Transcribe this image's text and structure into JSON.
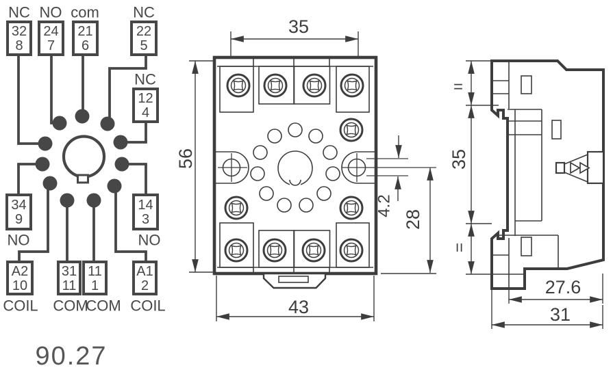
{
  "model_number": "90.27",
  "pin_diagram": {
    "terminals": [
      {
        "function": "NC",
        "code": "32",
        "pin": "8"
      },
      {
        "function": "NO",
        "code": "24",
        "pin": "7"
      },
      {
        "function": "com",
        "code": "21",
        "pin": "6"
      },
      {
        "function": "NC",
        "code": "22",
        "pin": "5"
      },
      {
        "function": "NC",
        "code": "12",
        "pin": "4"
      },
      {
        "function": "NO",
        "code": "34",
        "pin": "9"
      },
      {
        "function": "NO",
        "code": "14",
        "pin": "3"
      },
      {
        "function": "COIL",
        "code": "A2",
        "pin": "10"
      },
      {
        "function": "COM",
        "code": "31",
        "pin": "11"
      },
      {
        "function": "COM",
        "code": "11",
        "pin": "1"
      },
      {
        "function": "COIL",
        "code": "A1",
        "pin": "2"
      }
    ]
  },
  "front_view": {
    "dim_top_width": "35",
    "dim_height": "56",
    "dim_bottom_width": "43",
    "dim_slot_height": "4.2",
    "dim_hole_to_bottom": "28"
  },
  "side_view": {
    "dim_equal_top": "=",
    "dim_din_rail": "35",
    "dim_equal_bottom": "=",
    "dim_depth_upper": "27.6",
    "dim_depth_total": "31"
  }
}
